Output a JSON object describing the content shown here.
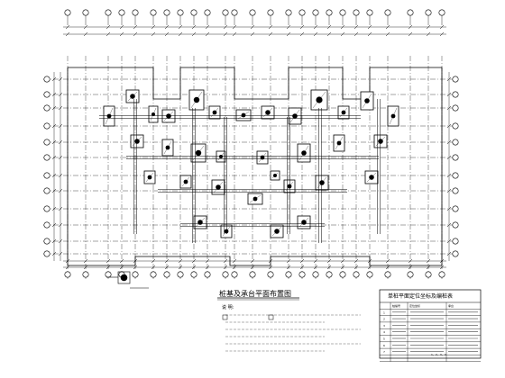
{
  "drawing": {
    "title": "桩基及承台平面布置图",
    "notes_heading": "说 明:",
    "legend_table": {
      "title": "单桩平面定位坐标及编桩表",
      "header": [
        "",
        "桩编号",
        "定位坐标",
        "承台"
      ],
      "row_numbers": [
        "1",
        "2",
        "3",
        "4",
        "5",
        "6",
        "7"
      ],
      "footer": "1、2、3、4"
    }
  }
}
